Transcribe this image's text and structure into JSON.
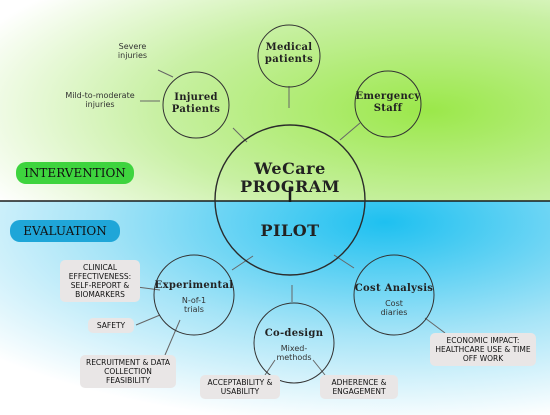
{
  "center": {
    "title": "WeCare PROGRAM",
    "subtitle": "PILOT"
  },
  "phases": {
    "intervention": "INTERVENTION",
    "evaluation": "EVALUATION"
  },
  "nodes": {
    "injured": {
      "title": "Injured\nPatients"
    },
    "medical": {
      "title": "Medical\npatients"
    },
    "emergency": {
      "title": "Emergency\nStaff"
    },
    "experimental": {
      "title": "Experimental",
      "subtitle": "N-of-1\ntrials"
    },
    "codesign": {
      "title": "Co-design",
      "subtitle": "Mixed-\nmethods"
    },
    "cost": {
      "title": "Cost Analysis",
      "subtitle": "Cost\ndiaries"
    }
  },
  "injury_types": {
    "severe": "Severe\ninjuries",
    "mild": "Mild-to-moderate\ninjuries"
  },
  "outcomes": {
    "clinical": "CLINICAL\nEFFECTIVENESS:\nSELF-REPORT &\nBIOMARKERS",
    "safety": "SAFETY",
    "recruitment": "RECRUITMENT &\nDATA COLLECTION\nFEASIBILITY",
    "acceptability": "ACCEPTABILITY &\nUSABILITY",
    "adherence": "ADHERENCE &\nENGAGEMENT",
    "economic": "ECONOMIC IMPACT:\nHEALTHCARE USE &\nTIME OFF WORK"
  },
  "colors": {
    "intervention_bg": "#7ee03f",
    "evaluation_bg": "#2bc3ee",
    "intervention_pill": "#3ed43e",
    "evaluation_pill": "#1fa6d8",
    "outcome_box": "#e9e6e6"
  }
}
